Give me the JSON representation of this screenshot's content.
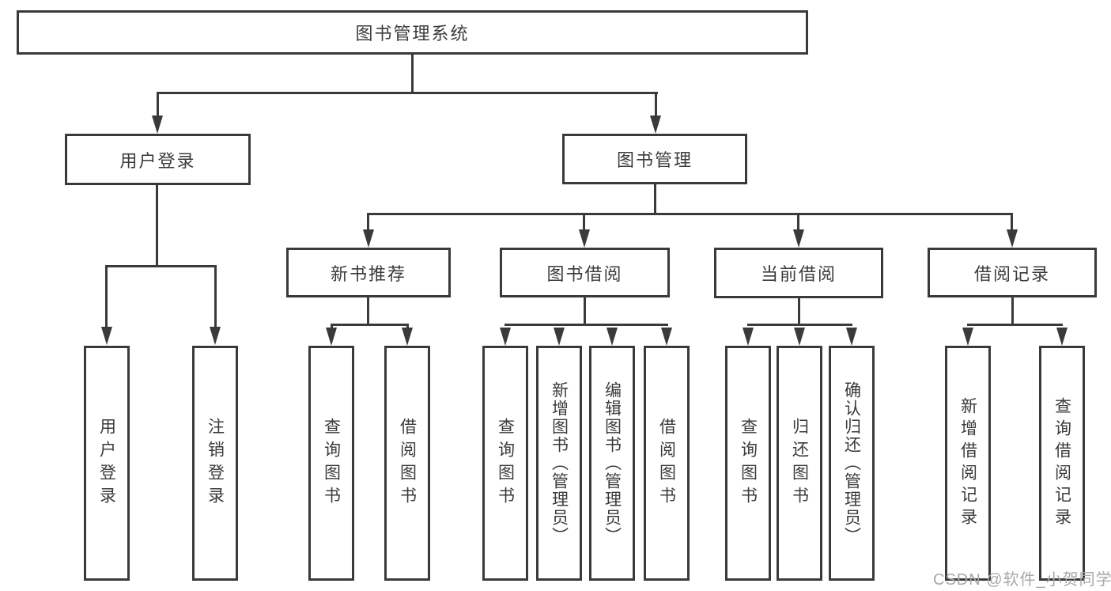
{
  "nodes": {
    "root": "图书管理系统",
    "user_login": "用户登录",
    "book_mgmt": "图书管理",
    "new_book_rec": "新书推荐",
    "book_borrow": "图书借阅",
    "current_borrow": "当前借阅",
    "borrow_records": "借阅记录",
    "leaf_user_login": "用户登录",
    "leaf_logout": "注销登录",
    "leaf_rec_query": "查询图书",
    "leaf_rec_borrow": "借阅图书",
    "leaf_bb_query": "查询图书",
    "leaf_bb_add": "新增图书（管理员）",
    "leaf_bb_edit": "编辑图书（管理员）",
    "leaf_bb_borrow": "借阅图书",
    "leaf_cb_query": "查询图书",
    "leaf_cb_return": "归还图书",
    "leaf_cb_confirm": "确认归还（管理员）",
    "leaf_br_add": "新增借阅记录",
    "leaf_br_query": "查询借阅记录"
  },
  "watermark": "CSDN @软件_小贺同学",
  "colors": {
    "line": "#3a3a3a",
    "text": "#3b3b3b",
    "box_background": "#ffffff",
    "watermark": "#a8a8a8"
  }
}
